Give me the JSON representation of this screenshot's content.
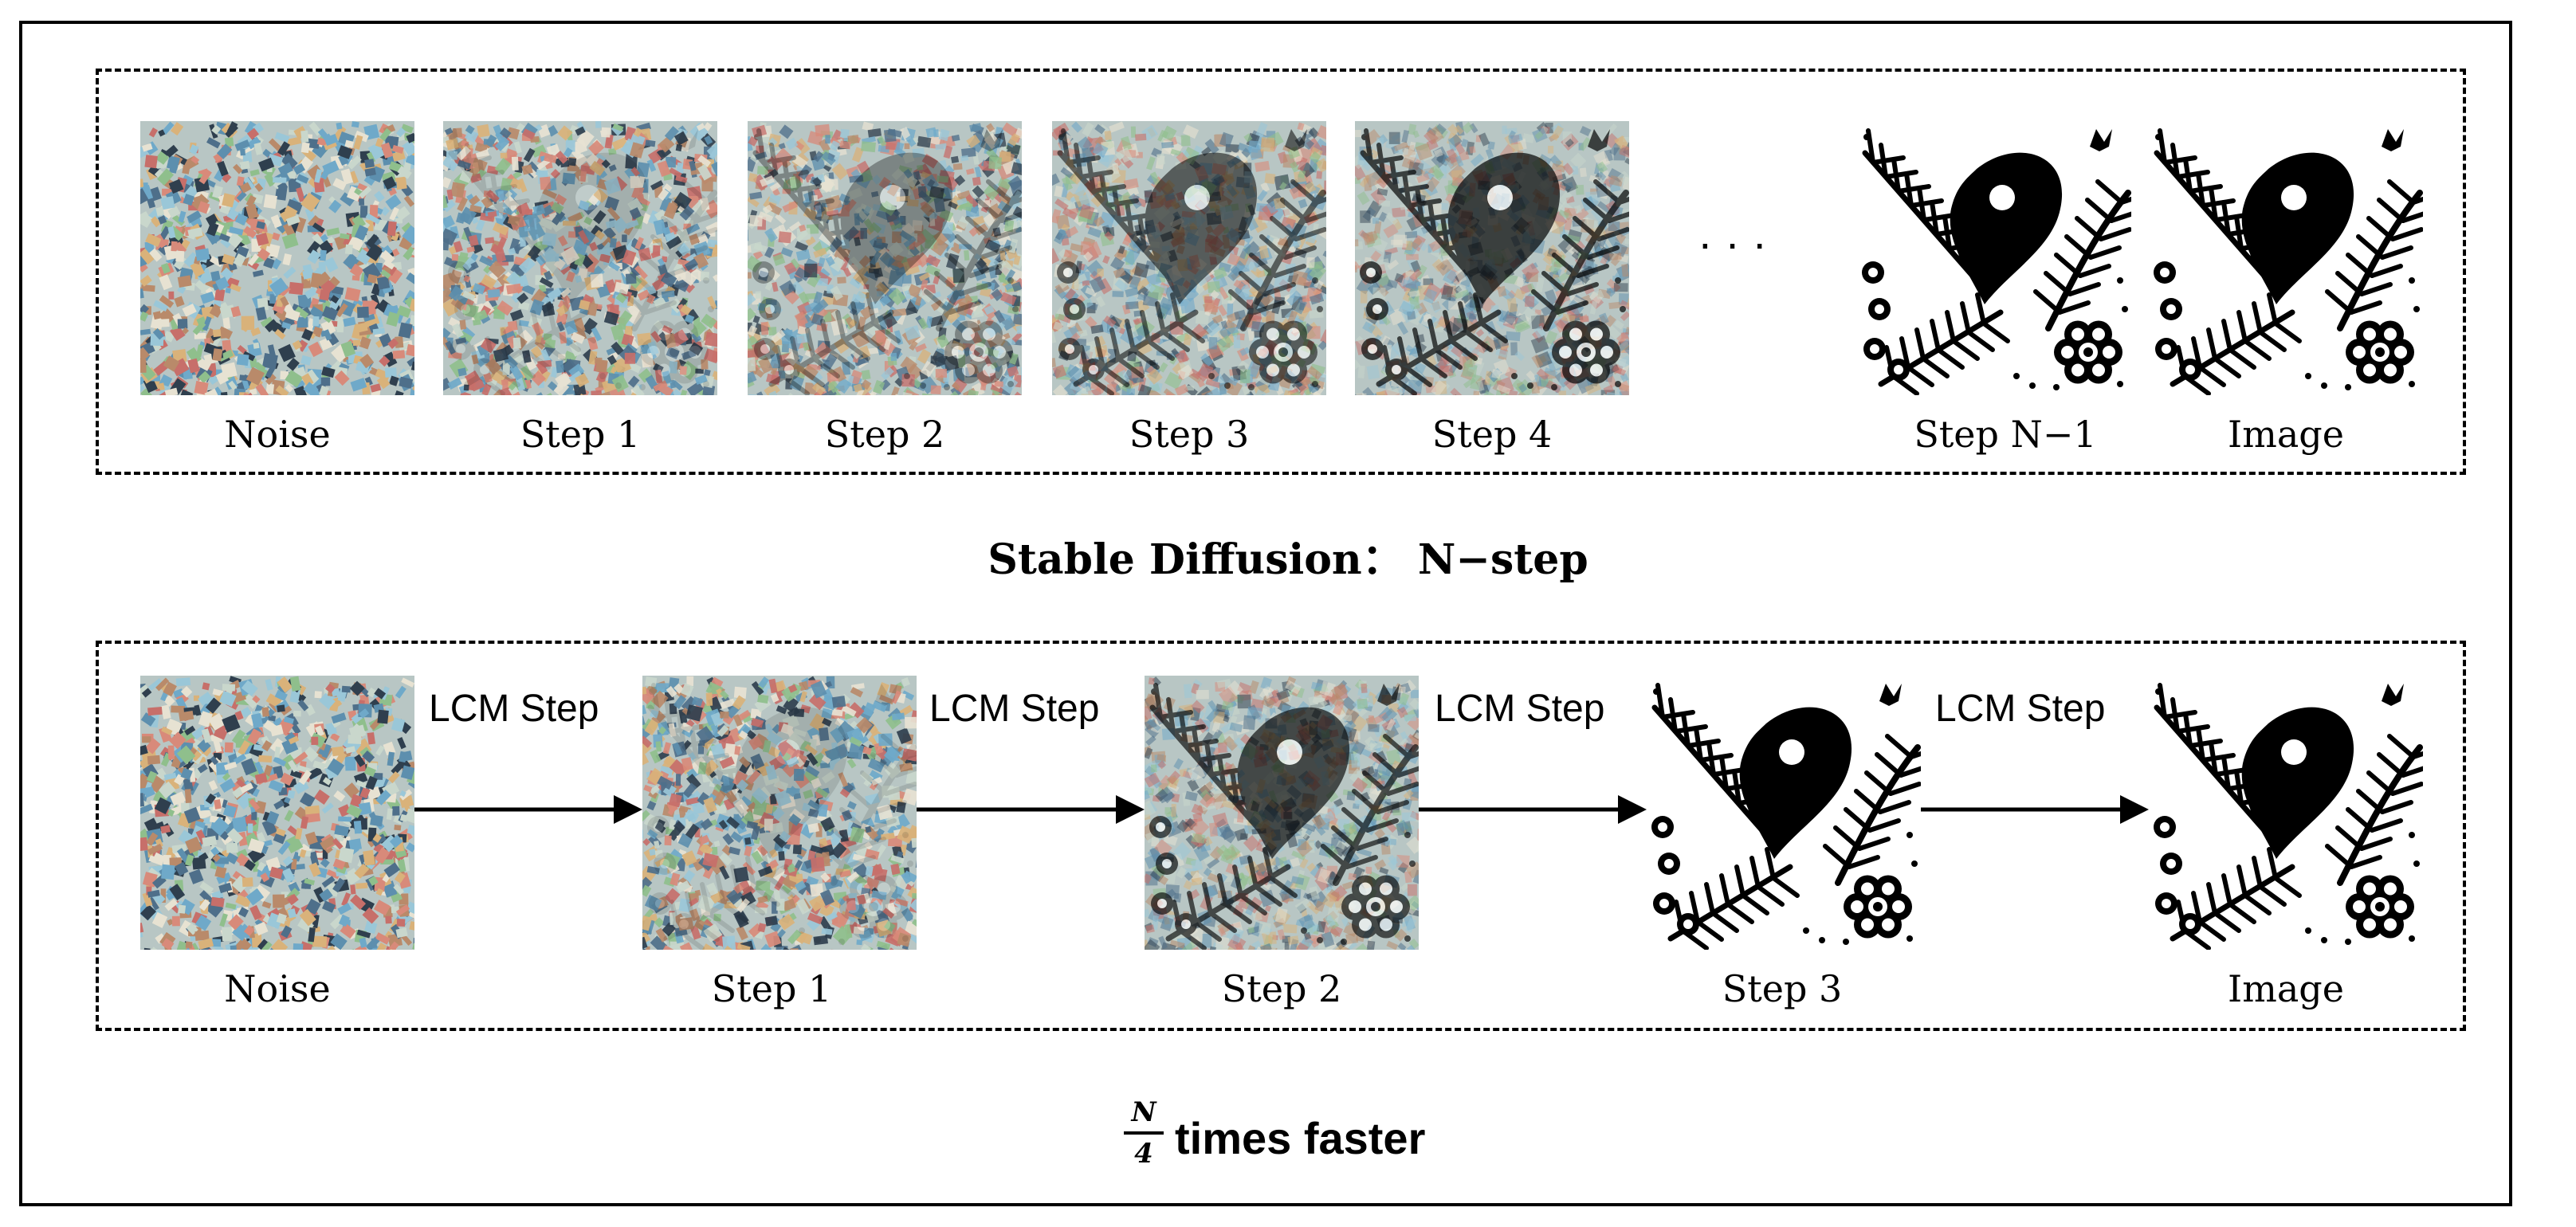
{
  "top": {
    "labels": [
      "Noise",
      "Step 1",
      "Step 2",
      "Step 3",
      "Step 4",
      "Step N−1",
      "Image"
    ],
    "ellipsis": "· · ·",
    "caption": "Stable Diffusion：  N−step"
  },
  "bottom": {
    "labels": [
      "Noise",
      "Step 1",
      "Step 2",
      "Step 3",
      "Image"
    ],
    "arrow_label": "LCM Step",
    "caption_numerator": "N",
    "caption_denominator": "4",
    "caption_text": "times faster"
  },
  "colors": {
    "ink": "#000000",
    "noise_palette": [
      "#6fa9c9",
      "#9ac7d8",
      "#c9d7cc",
      "#d9b27a",
      "#b98a6a",
      "#4e6f8a",
      "#2f3f4e",
      "#8fbf8c",
      "#d88a7a",
      "#e7e2d2",
      "#5d8fae",
      "#c76f6a"
    ]
  }
}
